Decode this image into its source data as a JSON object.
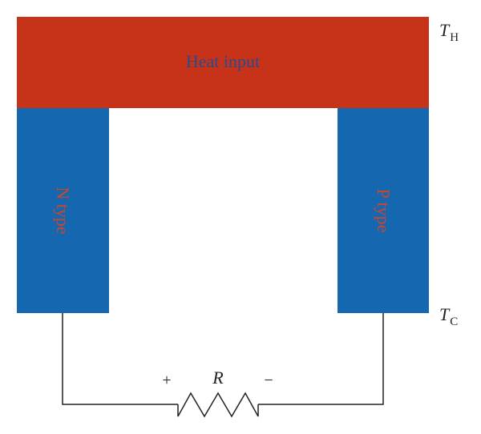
{
  "diagram": {
    "heat_bar": {
      "label": "Heat input",
      "color": "#c63318",
      "label_color": "#2e4a8c"
    },
    "n_leg": {
      "label": "N type",
      "color": "#1568b0",
      "label_color": "#d0442a"
    },
    "p_leg": {
      "label": "P type",
      "color": "#1568b0",
      "label_color": "#d0442a"
    },
    "hot_temp": {
      "symbol": "T",
      "subscript": "H"
    },
    "cold_temp": {
      "symbol": "T",
      "subscript": "C"
    },
    "resistor": {
      "symbol": "R",
      "plus": "+",
      "minus": "−"
    },
    "wire_color": "#222222"
  }
}
